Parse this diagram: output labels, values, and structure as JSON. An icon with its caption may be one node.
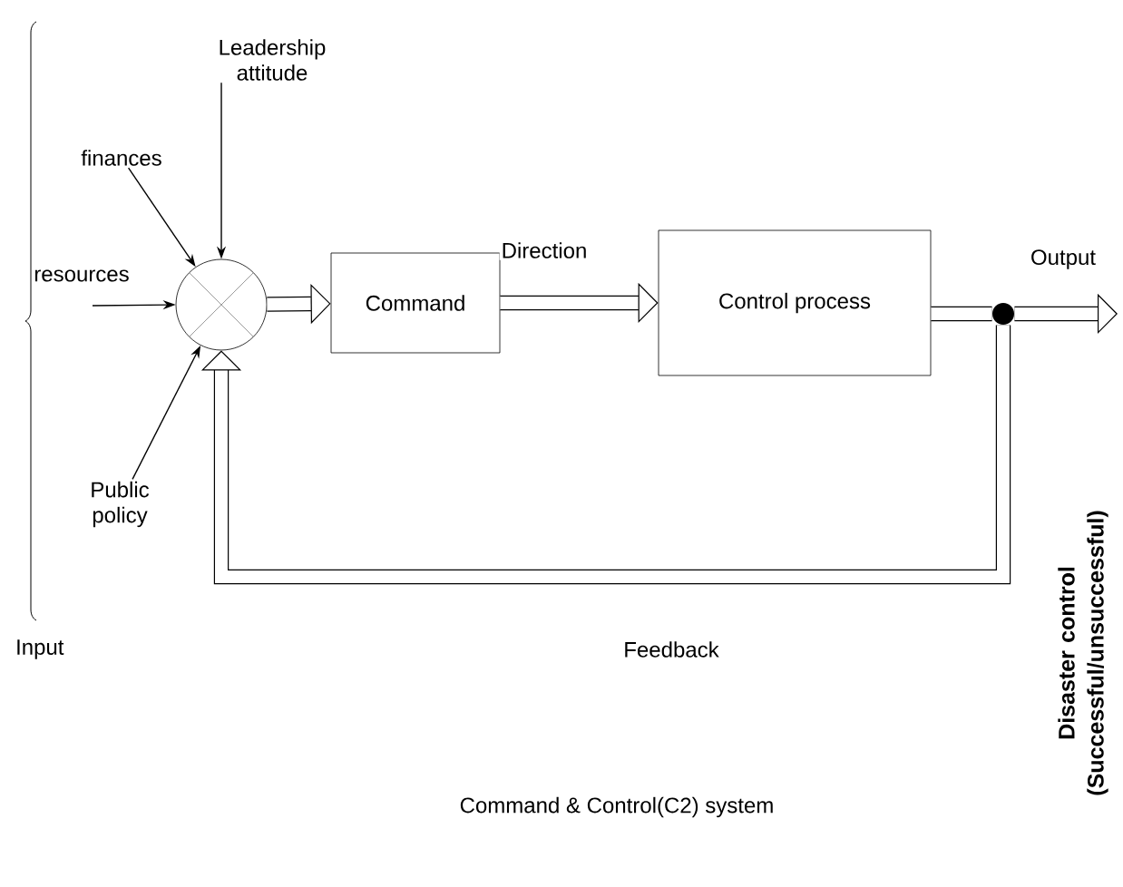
{
  "diagram": {
    "caption": "Command & Control(C2) system",
    "nodes": [
      {
        "text": [
          "Leadership attitude"
        ]
      },
      {
        "text": [
          "finances"
        ]
      },
      {
        "text": [
          "resources"
        ]
      },
      {
        "text": [
          "Public policy"
        ]
      },
      {
        "text": [],
        "shape": "circle"
      },
      {
        "text": [
          "Command"
        ]
      },
      {
        "text": [
          "Control process"
        ]
      },
      {
        "text": [],
        "shape": "circle"
      }
    ],
    "edges": [
      {
        "from": 0,
        "to": 4,
        "arrow": "to"
      },
      {
        "from": 1,
        "to": 4,
        "arrow": "to"
      },
      {
        "from": 2,
        "to": 4,
        "arrow": "to"
      },
      {
        "from": 3,
        "to": 4,
        "arrow": "to"
      },
      {
        "from": 4,
        "to": 5,
        "arrow": "to"
      },
      {
        "from": 5,
        "to": 6,
        "arrow": "to",
        "label": "Direction"
      },
      {
        "from": 6,
        "to": 7,
        "arrow": "none"
      },
      {
        "from": 7,
        "to": null,
        "arrow": "to",
        "label": "Output"
      },
      {
        "from": 7,
        "to": 4,
        "arrow": "to",
        "label": "Feedback"
      }
    ],
    "labels": [
      "Input",
      "Disaster control (Successful/unsuccessful)"
    ]
  }
}
